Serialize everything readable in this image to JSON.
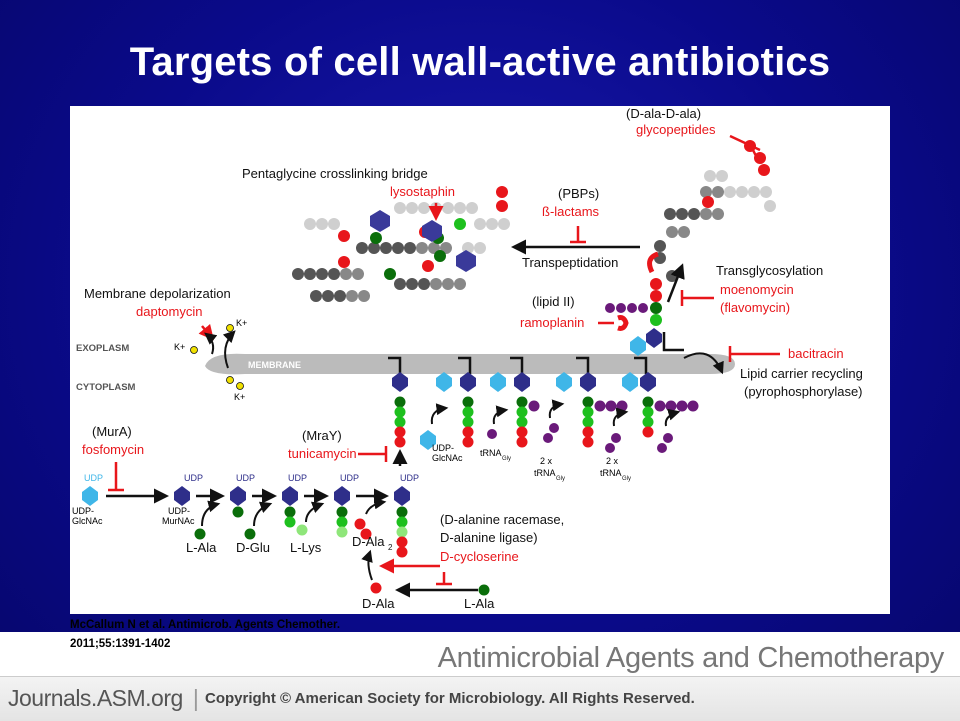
{
  "title": "Targets of cell wall-active antibiotics",
  "citation": {
    "line1": "McCallum N et al. Antimicrob. Agents Chemother.",
    "line2": "2011;55:1391-1402"
  },
  "footer": {
    "journal": "Antimicrobial Agents and Chemotherapy",
    "logo_text": "Journals.ASM.org",
    "copyright": "Copyright © American Society for Microbiology. All Rights Reserved."
  },
  "colors": {
    "antibiotic_red": "#e8161b",
    "background_blue": "#0a0a8a",
    "udp_hex": "#2e2e8a",
    "glcnac": "#3fb6e8",
    "dark_green": "#0a6e0a",
    "green": "#1ec01e",
    "light_green": "#8fe67a",
    "purple": "#6a1a7a",
    "gray": "#666666"
  },
  "diagram": {
    "regions": {
      "exoplasm": "EXOPLASM",
      "cytoplasm": "CYTOPLASM",
      "membrane": "MEMBRANE"
    },
    "steps": {
      "pentaglycine": "Pentaglycine crosslinking bridge",
      "pbps": "(PBPs)",
      "transpeptidation": "Transpeptidation",
      "transglycosylation": "Transglycosylation",
      "membrane_depol": "Membrane depolarization",
      "lipid_ii": "(lipid II)",
      "lipid_recycling_1": "Lipid carrier recycling",
      "lipid_recycling_2": "(pyrophosphorylase)",
      "dala_dala": "(D-ala-D-ala)",
      "mura": "(MurA)",
      "mray": "(MraY)",
      "racemase_1": "(D-alanine racemase,",
      "racemase_2": "D-alanine ligase)"
    },
    "antibiotics": {
      "lysostaphin": "lysostaphin",
      "beta_lactams": "ß-lactams",
      "glycopeptides": "glycopeptides",
      "moenomycin": "moenomycin",
      "flavomycin": "(flavomycin)",
      "daptomycin": "daptomycin",
      "ramoplanin": "ramoplanin",
      "bacitracin": "bacitracin",
      "fosfomycin": "fosfomycin",
      "tunicamycin": "tunicamycin",
      "d_cycloserine": "D-cycloserine"
    },
    "ions": {
      "k_plus": "K+"
    },
    "molecules": {
      "udp": "UDP",
      "udp_glcnac_1": "UDP-",
      "udp_glcnac_2": "GlcNAc",
      "udp_murnac_1": "UDP-",
      "udp_murnac_2": "MurNAc",
      "l_ala": "L-Ala",
      "d_glu": "D-Glu",
      "l_lys": "L-Lys",
      "d_ala2": "D-Ala",
      "sub2": "2",
      "d_ala": "D-Ala",
      "l_ala_2": "L-Ala",
      "trna": "tRNA",
      "gly": "Gly",
      "two_x": "2 x"
    }
  }
}
